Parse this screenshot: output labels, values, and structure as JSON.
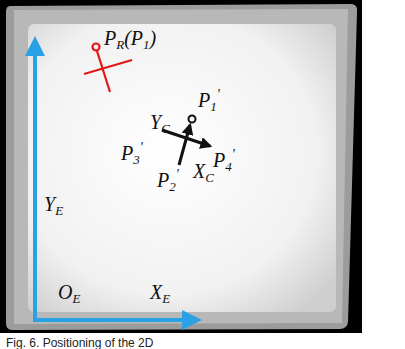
{
  "diagram": {
    "caption": "Fig. 6. Positioning of the 2D",
    "labels": [
      "PR(P1)",
      "YC",
      "P1'",
      "P3'",
      "P4'",
      "XC",
      "P2'",
      "YE",
      "OE",
      "XE"
    ]
  }
}
